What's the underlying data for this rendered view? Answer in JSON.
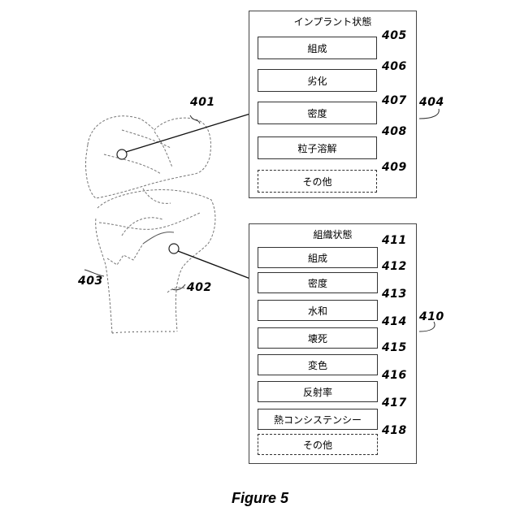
{
  "implant_box": {
    "title": "インプラント状態",
    "ref": "404",
    "items": [
      {
        "label": "組成",
        "ref": "405"
      },
      {
        "label": "劣化",
        "ref": "406"
      },
      {
        "label": "密度",
        "ref": "407"
      },
      {
        "label": "粒子溶解",
        "ref": "408"
      },
      {
        "label": "その他",
        "ref": "409",
        "dashed": true
      }
    ]
  },
  "tissue_box": {
    "title": "組織状態",
    "ref": "410",
    "items": [
      {
        "label": "組成",
        "ref": "411"
      },
      {
        "label": "密度",
        "ref": "412"
      },
      {
        "label": "水和",
        "ref": "413"
      },
      {
        "label": "壊死",
        "ref": "414"
      },
      {
        "label": "変色",
        "ref": "415"
      },
      {
        "label": "反射率",
        "ref": "416"
      },
      {
        "label": "熱コンシステンシー",
        "ref": "417"
      },
      {
        "label": "その他",
        "ref": "418",
        "dashed": true
      }
    ]
  },
  "knee_refs": {
    "implant": "401",
    "bone_right": "402",
    "bone_left": "403"
  },
  "caption": "Figure 5"
}
